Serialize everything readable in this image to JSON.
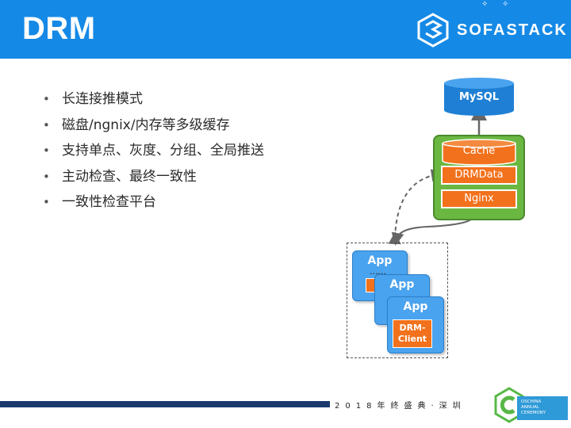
{
  "header": {
    "title": "DRM",
    "brand": "SOFASTACK"
  },
  "bullets": [
    "长连接推模式",
    "磁盘/ngnix/内存等多级缓存",
    "支持单点、灰度、分组、全局推送",
    "主动检查、最终一致性",
    "一致性检查平台"
  ],
  "diagram": {
    "mysql": "MySQL",
    "cache": "Cache",
    "drmdata": "DRMData",
    "nginx": "Nginx",
    "app_1": "App",
    "app_2": "App",
    "app_3": "App",
    "ellipsis": "……",
    "client_line1": "DRM-",
    "client_line2": "Client"
  },
  "footer": {
    "event_text": "2018年终盛典·深圳",
    "badge_line1": "OSCHINA",
    "badge_line2": "ANNUAL",
    "badge_line3": "CEREMONY"
  },
  "colors": {
    "header_blue": "#1589e6",
    "server_green": "#6ab842",
    "accent_orange": "#f2711c",
    "app_blue": "#4aa3ee",
    "footer_navy": "#1a3a6e"
  }
}
